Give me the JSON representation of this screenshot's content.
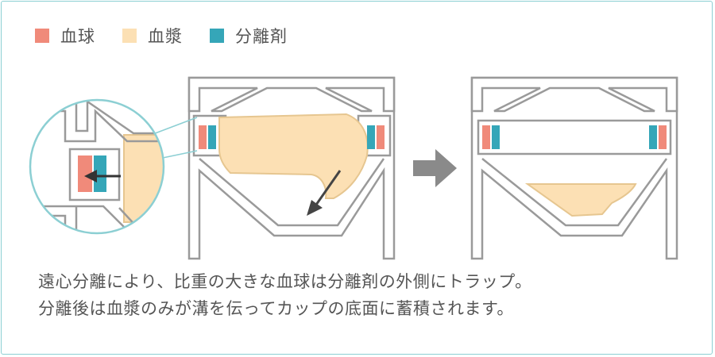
{
  "legend": [
    {
      "label": "血球",
      "color": "#f08a7a"
    },
    {
      "label": "血漿",
      "color": "#fce0b4"
    },
    {
      "label": "分離剤",
      "color": "#35a6b8"
    }
  ],
  "colors": {
    "outline": "#9a9a9a",
    "plasma_edge": "#e6c690",
    "arrow": "#7a7a7a",
    "zoom_ring": "#8ccfd3"
  },
  "caption": {
    "line1": "遠心分離により、比重の大きな血球は分離剤の外側にトラップ。",
    "line2": "分離後は血漿のみが溝を伝ってカップの底面に蓄積されます。"
  }
}
